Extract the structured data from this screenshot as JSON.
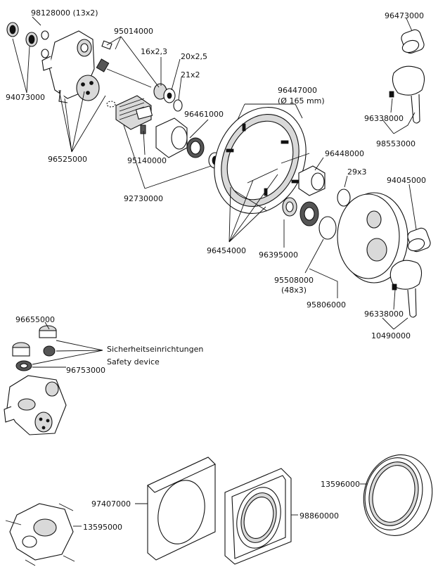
{
  "labels": {
    "p98128000": "98128000 (13x2)",
    "p95014000": "95014000",
    "p16x23": "16x2,3",
    "p20x25": "20x2,5",
    "p21x2": "21x2",
    "p94073000": "94073000",
    "p96461000": "96461000",
    "p96525000": "96525000",
    "p95140000": "95140000",
    "p92730000": "92730000",
    "p96447000": "96447000",
    "p96447000_sub": "(Ø 165 mm)",
    "p96448000": "96448000",
    "p29x3": "29x3",
    "p96454000": "96454000",
    "p96395000": "96395000",
    "p95508000": "95508000",
    "p95508000_sub": "(48x3)",
    "p95806000": "95806000",
    "p96473000": "96473000",
    "p96338000_top": "96338000",
    "p98553000": "98553000",
    "p94045000": "94045000",
    "p96338000_bot": "96338000",
    "p10490000": "10490000",
    "p96655000": "96655000",
    "p96753000": "96753000",
    "safety_de": "Sicherheitseinrichtungen",
    "safety_en": "Safety device",
    "p97407000": "97407000",
    "p98860000": "98860000",
    "p13596000": "13596000",
    "p13595000": "13595000"
  }
}
